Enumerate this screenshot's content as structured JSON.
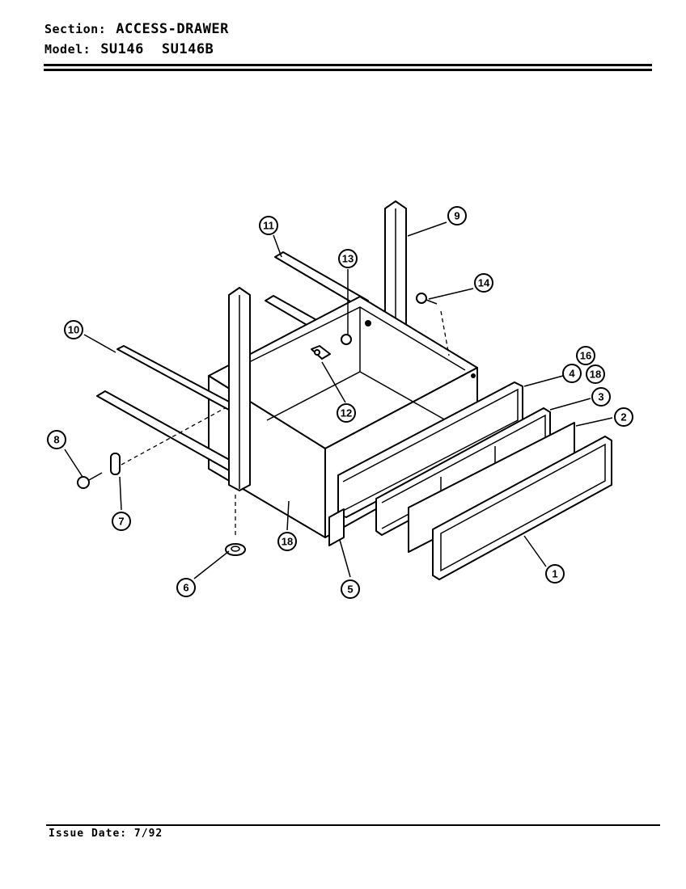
{
  "header": {
    "section_label": "Section:",
    "section_value": "ACCESS-DRAWER",
    "model_label": "Model:",
    "models": [
      "SU146",
      "SU146B"
    ]
  },
  "callouts": [
    {
      "id": "c1",
      "label": "1"
    },
    {
      "id": "c2",
      "label": "2"
    },
    {
      "id": "c3",
      "label": "3"
    },
    {
      "id": "c4",
      "label": "4"
    },
    {
      "id": "c5",
      "label": "5"
    },
    {
      "id": "c6",
      "label": "6"
    },
    {
      "id": "c7",
      "label": "7"
    },
    {
      "id": "c8",
      "label": "8"
    },
    {
      "id": "c9",
      "label": "9"
    },
    {
      "id": "c10",
      "label": "10"
    },
    {
      "id": "c11",
      "label": "11"
    },
    {
      "id": "c12",
      "label": "12"
    },
    {
      "id": "c13",
      "label": "13"
    },
    {
      "id": "c14",
      "label": "14"
    },
    {
      "id": "c16",
      "label": "16"
    },
    {
      "id": "c18a",
      "label": "18"
    },
    {
      "id": "c18b",
      "label": "18"
    }
  ],
  "footer": {
    "issue_date": "Issue Date: 7/92"
  }
}
